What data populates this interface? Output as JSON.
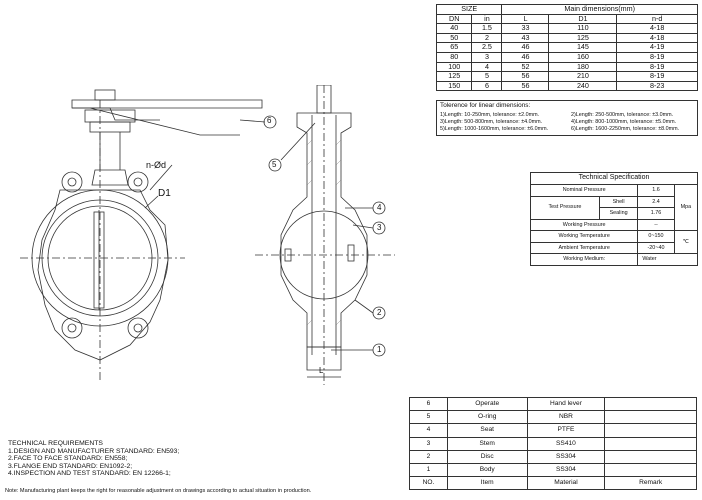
{
  "size_table": {
    "size_label": "SIZE",
    "main_dim_label": "Main dimensions(mm)",
    "headers": [
      "DN",
      "in",
      "L",
      "D1",
      "n-d"
    ],
    "rows": [
      [
        "40",
        "1.5",
        "33",
        "110",
        "4-18"
      ],
      [
        "50",
        "2",
        "43",
        "125",
        "4-18"
      ],
      [
        "65",
        "2.5",
        "46",
        "145",
        "4-19"
      ],
      [
        "80",
        "3",
        "46",
        "160",
        "8-19"
      ],
      [
        "100",
        "4",
        "52",
        "180",
        "8-19"
      ],
      [
        "125",
        "5",
        "56",
        "210",
        "8-19"
      ],
      [
        "150",
        "6",
        "56",
        "240",
        "8-23"
      ]
    ]
  },
  "tolerance": {
    "title": "Tolerence for linear dimensions:",
    "items": [
      "1)Length: 10-250mm, tolerance: ±2.0mm.",
      "2)Length: 250-500mm, tolerance: ±3.0mm.",
      "3)Length: 500-800mm, tolerance: ±4.0mm.",
      "4)Length: 800-1000mm, tolerance: ±5.0mm.",
      "5)Length: 1000-1600mm, tolerance: ±6.0mm.",
      "6)Length: 1600-2250mm, tolerance: ±8.0mm."
    ]
  },
  "spec": {
    "title": "Technical  Specification",
    "nominal_pressure_label": "Nominal Pressure",
    "nominal_pressure": "1.6",
    "test_pressure_label": "Test Pressure",
    "shell_label": "Shell",
    "shell": "2.4",
    "sealing_label": "Sealing",
    "sealing": "1.76",
    "unit_mpa": "Mpa",
    "working_pressure_label": "Working Pressure",
    "working_pressure": "--",
    "working_temp_label": "Working Temperature",
    "working_temp": "0~150",
    "ambient_temp_label": "Ambient Temperature",
    "ambient_temp": "-20~40",
    "unit_c": "℃",
    "medium_label": "Working Medium:",
    "medium": "Water"
  },
  "bom": {
    "headers": [
      "NO.",
      "Item",
      "Material",
      "Remark"
    ],
    "rows": [
      [
        "6",
        "Operate",
        "Hand lever",
        ""
      ],
      [
        "5",
        "O-ring",
        "NBR",
        ""
      ],
      [
        "4",
        "Seat",
        "PTFE",
        ""
      ],
      [
        "3",
        "Stem",
        "SS410",
        ""
      ],
      [
        "2",
        "Disc",
        "SS304",
        ""
      ],
      [
        "1",
        "Body",
        "SS304",
        ""
      ]
    ]
  },
  "tech_req": {
    "title": "TECHNICAL REQUIREMENTS",
    "items": [
      "1.DESIGN AND MANUFACTURER STANDARD: EN593;",
      "2.FACE TO FACE STANDARD: EN558;",
      "3.FLANGE END STANDARD: EN1092-2;",
      "4.INSPECTION AND TEST STANDARD: EN 12266-1;"
    ]
  },
  "note": "Note: Manufacturing plant keeps the right for reasonable adjustment on drawings according to actual situation in production.",
  "drawing_labels": {
    "nd": "n-Ød",
    "d1": "D1",
    "l": "L",
    "callouts": [
      "1",
      "2",
      "3",
      "4",
      "5",
      "6"
    ]
  }
}
